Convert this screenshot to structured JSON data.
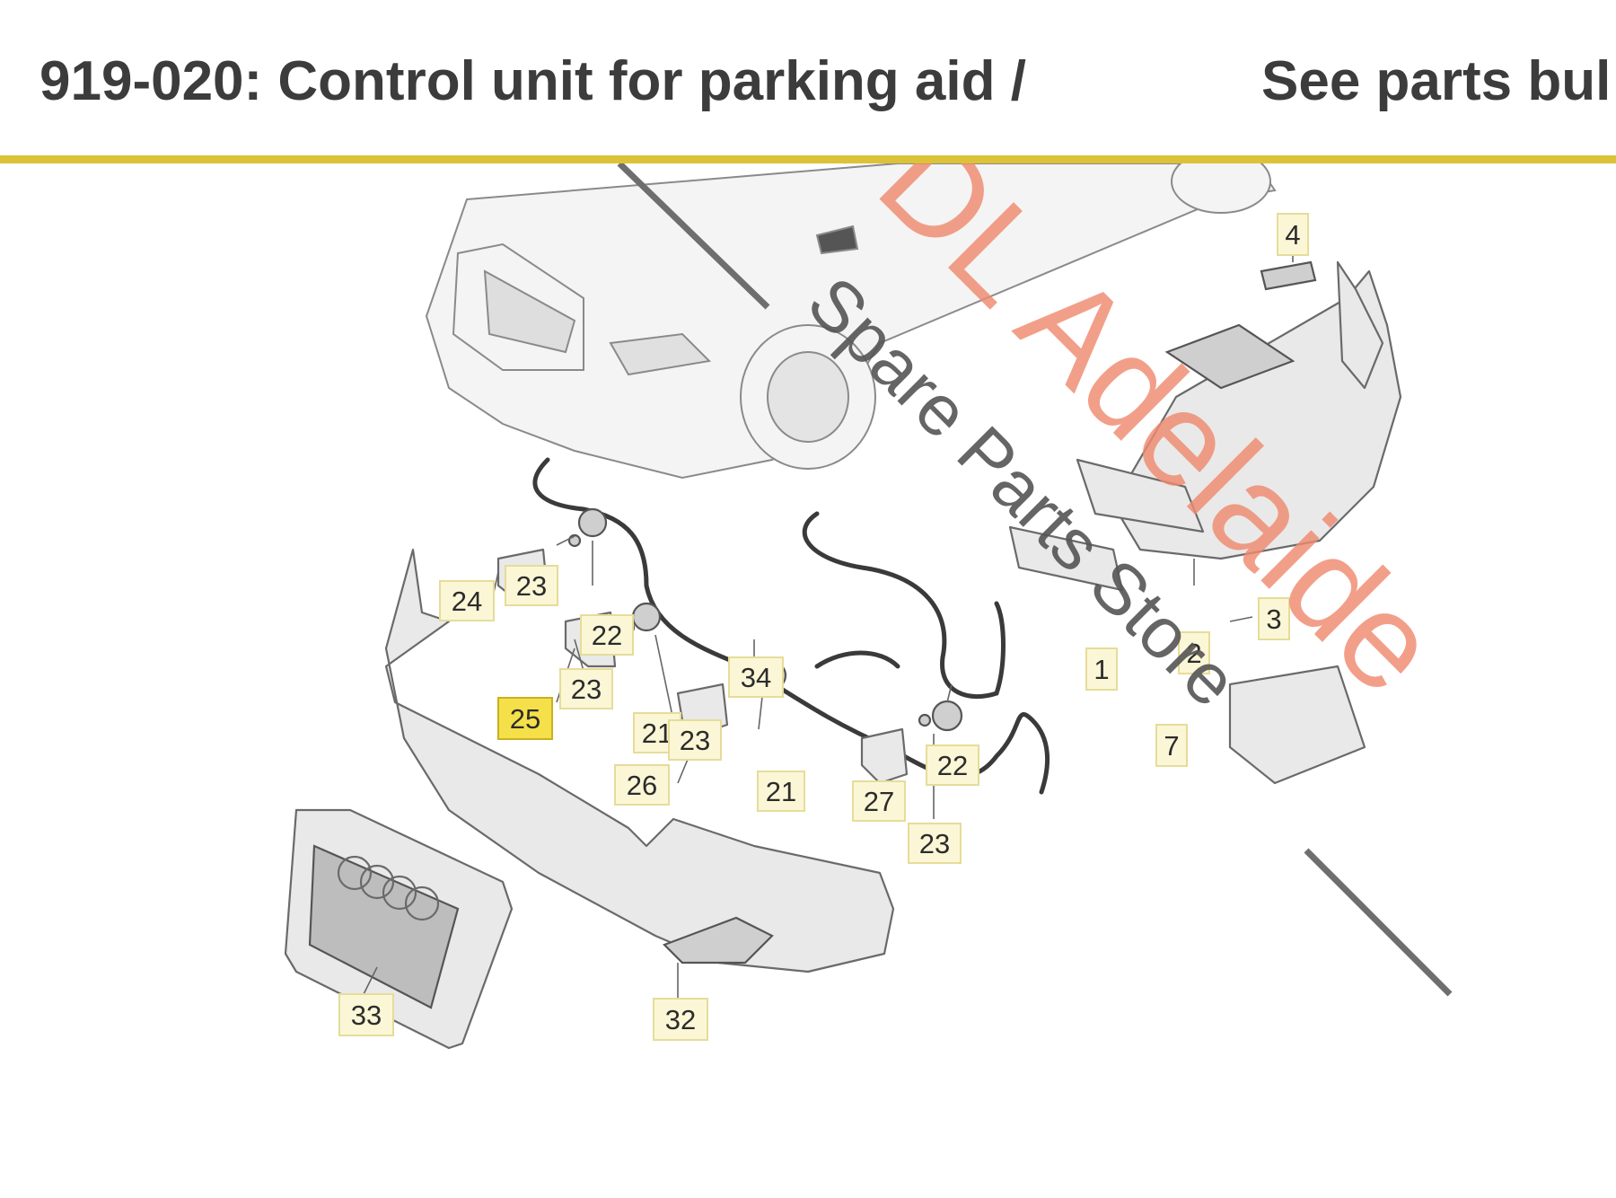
{
  "header": {
    "title_left": "919-020: Control unit for parking aid /",
    "title_right": "See parts bul",
    "accent_color": "#dcc238"
  },
  "watermark": {
    "brand": "VDL Adelaide",
    "subtitle": "Spare Parts Store"
  },
  "callouts": [
    {
      "id": "c4",
      "label": "4"
    },
    {
      "id": "c24",
      "label": "24"
    },
    {
      "id": "c23a",
      "label": "23"
    },
    {
      "id": "c22a",
      "label": "22"
    },
    {
      "id": "c23b",
      "label": "23"
    },
    {
      "id": "c25",
      "label": "25",
      "highlighted": true
    },
    {
      "id": "c21a",
      "label": "21"
    },
    {
      "id": "c23c",
      "label": "23"
    },
    {
      "id": "c34",
      "label": "34"
    },
    {
      "id": "c26",
      "label": "26"
    },
    {
      "id": "c21b",
      "label": "21"
    },
    {
      "id": "c27",
      "label": "27"
    },
    {
      "id": "c22b",
      "label": "22"
    },
    {
      "id": "c23d",
      "label": "23"
    },
    {
      "id": "c2",
      "label": "2"
    },
    {
      "id": "c3",
      "label": "3"
    },
    {
      "id": "c1",
      "label": "1"
    },
    {
      "id": "c7",
      "label": "7"
    },
    {
      "id": "c33",
      "label": "33"
    },
    {
      "id": "c32",
      "label": "32"
    }
  ]
}
